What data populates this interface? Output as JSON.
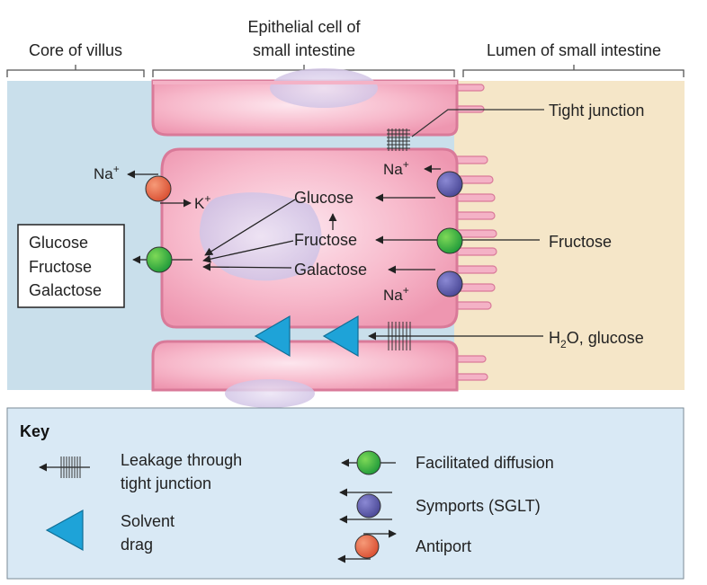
{
  "headers": {
    "core": "Core of villus",
    "cell_line1": "Epithelial cell of",
    "cell_line2": "small intestine",
    "lumen": "Lumen of small intestine"
  },
  "labels": {
    "tight_junction": "Tight junction",
    "na_top": "Na",
    "na_top_sup": "+",
    "na_left": "Na",
    "na_left_sup": "+",
    "k": "K",
    "k_sup": "+",
    "glucose": "Glucose",
    "fructose": "Fructose",
    "galactose": "Galactose",
    "na_bottom": "Na",
    "na_bottom_sup": "+",
    "fructose_lumen": "Fructose",
    "h2o_h": "H",
    "h2o_sub": "2",
    "h2o_rest": "O, glucose"
  },
  "box": {
    "line1": "Glucose",
    "line2": "Fructose",
    "line3": "Galactose"
  },
  "key": {
    "title": "Key",
    "leak_line1": "Leakage through",
    "leak_line2": "tight junction",
    "drag_line1": "Solvent",
    "drag_line2": "drag",
    "facilitated": "Facilitated diffusion",
    "symport": "Symports (SGLT)",
    "antiport": "Antiport"
  },
  "colors": {
    "villus_core": "#c9dfeb",
    "lumen": "#f5e6c8",
    "cell_pink": "#f2a7bc",
    "facilitated": "#3cb54a",
    "symport": "#6563b0",
    "antiport": "#ec6a4b",
    "solvent_drag": "#1ea3d8",
    "key_bg": "#d9e9f5"
  }
}
